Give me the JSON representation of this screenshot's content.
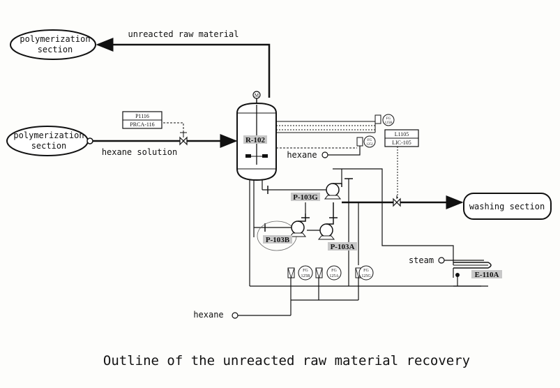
{
  "title": "Outline of the unreacted raw material recovery",
  "terminals": {
    "polymerization_top": [
      "polymerization",
      "section"
    ],
    "polymerization_left": [
      "polymerization",
      "section"
    ],
    "washing": "washing section"
  },
  "stream_labels": {
    "unreacted": "unreacted raw material",
    "hexane_solution": "hexane solution",
    "hexane_right": "hexane",
    "hexane_bottom": "hexane",
    "steam": "steam"
  },
  "equipment": {
    "reactor": "R-102",
    "motor": "M",
    "pump_g": "P-103G",
    "pump_b": "P-103B",
    "pump_a": "P-103A",
    "exchanger": "E-110A"
  },
  "instruments": {
    "p1116": "P1116",
    "prca116": "PRCA-116",
    "l1105": "L1105",
    "lic105": "LIC-105",
    "fg_a_top": "FG",
    "fg_a_bot": "125B",
    "fg_b_top": "FG",
    "fg_b_bot": "125A",
    "fg_c_top": "FG",
    "fg_c_bot": "125G",
    "fg_r1_top": "FG",
    "fg_r1_bot": "125H",
    "fg_r2_top": "FG",
    "fg_r2_bot": "125J"
  }
}
